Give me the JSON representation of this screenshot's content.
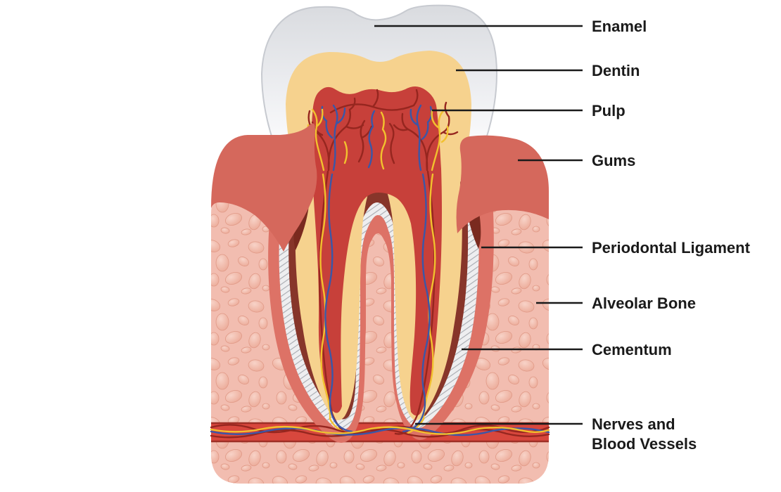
{
  "labels": {
    "enamel": "Enamel",
    "dentin": "Dentin",
    "pulp": "Pulp",
    "gums": "Gums",
    "periodontal_ligament": "Periodontal Ligament",
    "alveolar_bone": "Alveolar Bone",
    "cementum": "Cementum",
    "nerves_line1": "Nerves and",
    "nerves_line2": "Blood Vessels"
  },
  "palette": {
    "background": "#ffffff",
    "label_text": "#1a1a1a",
    "leader_line": "#1a1a1a",
    "enamel_top": "#d9dbdf",
    "enamel_mid": "#eff0f3",
    "enamel_bottom": "#ffffff",
    "enamel_outline": "#c7cad0",
    "dentin": "#f6d28e",
    "pulp": "#c7403a",
    "vessel_dark_red": "#96261f",
    "vessel_blue": "#3a57a8",
    "vessel_yellow": "#f2c12e",
    "gums": "#d5685c",
    "socket": "#dd7266",
    "cementum": "#87352a",
    "sulcus": "#7a2a1f",
    "ligament_base": "#eeeef0",
    "ligament_hatch": "#a7aab0",
    "bone_base": "#f2bdb0",
    "pebble_light": "#f8d3c8",
    "pebble_dark": "#ecab99",
    "pebble_edge": "#e09986",
    "channel_fill": "#d8473d",
    "channel_edge": "#9e2f26"
  }
}
